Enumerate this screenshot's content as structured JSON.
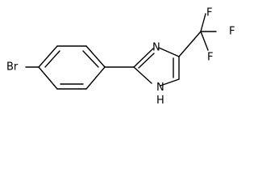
{
  "molecule": {
    "atoms": {
      "bromine": "Br",
      "imine_nitrogen": "N",
      "amine_nitrogen": "H\nN",
      "fluorine_1": "F",
      "fluorine_2": "F",
      "fluorine_3": "F"
    }
  }
}
